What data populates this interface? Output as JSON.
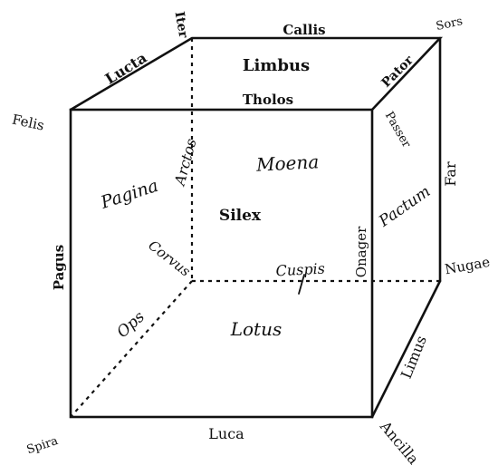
{
  "labels": {
    "vertex_top_back_left": "Iter",
    "vertex_top_back_right": "Sors",
    "vertex_top_front_left": "Felis",
    "vertex_bottom_back_right": "Nugae",
    "vertex_bottom_front_left": "Spira",
    "vertex_bottom_front_right": "Ancilla",
    "edge_top_back": "Callis",
    "edge_top_left": "Lucta",
    "edge_top_front": "Tholos",
    "edge_top_right": "Pator",
    "edge_front_right_vertical": "Passer",
    "edge_back_right_vertical": "Far",
    "edge_front_left_vertical": "Pagus",
    "edge_bottom_front": "Luca",
    "edge_bottom_right": "Limus",
    "edge_hidden_vertical": "Arctos",
    "edge_hidden_bottom_back": "Cuspis",
    "edge_hidden_bottom_left": "Ops",
    "face_top": "Limbus",
    "face_front": "Moena",
    "face_left": "Pagina",
    "face_right": "Pactum",
    "face_bottom": "Lotus",
    "face_back": "Onager",
    "center": "Silex",
    "hidden_vertex": "Corvus"
  }
}
